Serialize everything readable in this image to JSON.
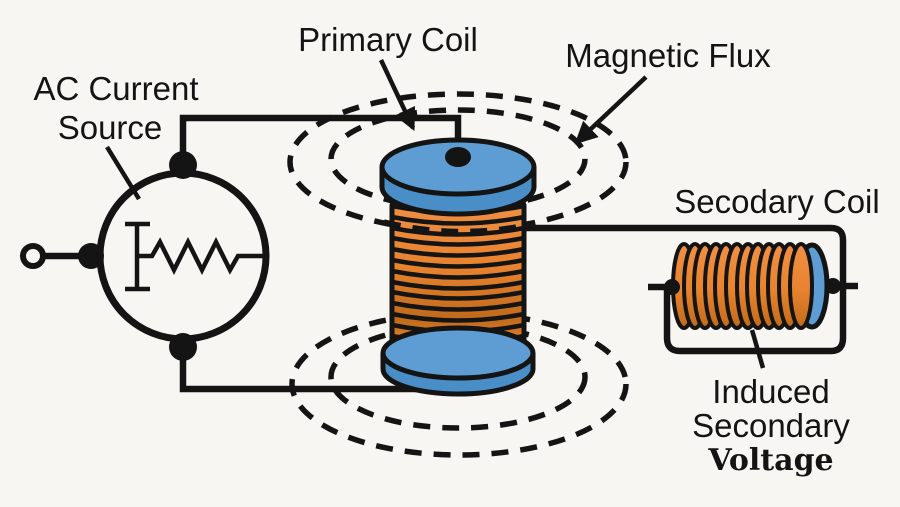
{
  "title": "Transformer electromagnetic induction diagram",
  "labels": {
    "ac_source_line1": "AC Current",
    "ac_source_line2": "Source",
    "primary_coil": "Primary Coil",
    "magnetic_flux": "Magnetic Flux",
    "secondary_coil": "Secodary Coil",
    "induced_line1": "Induced",
    "induced_line2": "Secondary",
    "induced_line3": "Voltage"
  },
  "colors": {
    "bg": "#f8f6f2",
    "ink": "#141414",
    "coil_orange": "#e8832e",
    "coil_orange_light": "#f09045",
    "coil_orange_dark": "#c06a1c",
    "cap_blue_top": "#5d9dd3",
    "cap_blue_side": "#4a8ec8"
  }
}
